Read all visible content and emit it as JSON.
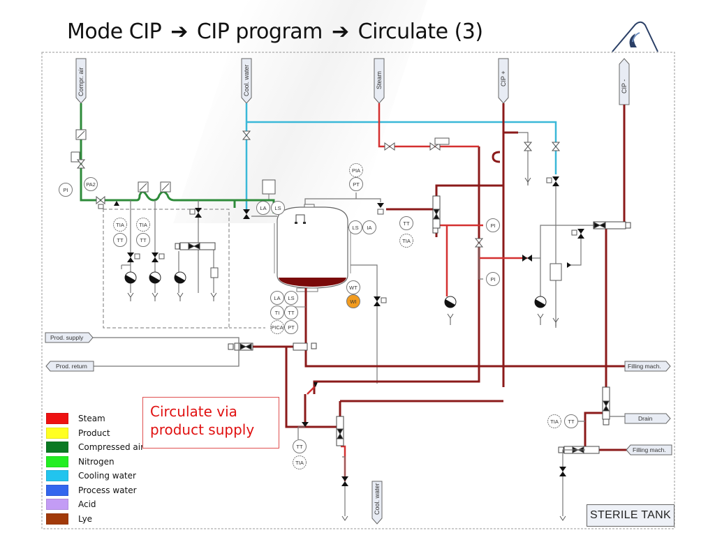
{
  "title": {
    "part1": "Mode CIP",
    "part2": "CIP program",
    "part3": "Circulate (3)",
    "arrow": "➔"
  },
  "colors": {
    "steam": "#d42222",
    "product": "#ffff33",
    "compressed_air": "#2e7d32",
    "nitrogen": "#33dd33",
    "cooling_water": "#33bbee",
    "process_water": "#3366ee",
    "acid": "#c499f5",
    "lye": "#993311",
    "cip_flow": "#8b1a1a",
    "pipe_default": "#777777",
    "weight_indicator": "#f29b1e",
    "callout_text": "#e01010"
  },
  "legend": [
    {
      "label": "Steam",
      "color": "#ee1111"
    },
    {
      "label": "Product",
      "color": "#ffff22"
    },
    {
      "label": "Compressed air",
      "color": "#0a7a23"
    },
    {
      "label": "Nitrogen",
      "color": "#22ee22"
    },
    {
      "label": "Cooling water",
      "color": "#22c4ee"
    },
    {
      "label": "Process water",
      "color": "#3366ee"
    },
    {
      "label": "Acid",
      "color": "#c39cf5"
    },
    {
      "label": "Lye",
      "color": "#a23a0a"
    }
  ],
  "callout": {
    "line1": "Circulate via",
    "line2": "product supply"
  },
  "connections": {
    "compr_air": "Compr. air",
    "cool_water_top": "Cool. water",
    "steam": "Steam",
    "cip_plus": "CIP +",
    "cip_minus": "CIP -",
    "prod_supply": "Prod. supply",
    "prod_return": "Prod. return",
    "filling_mach_1": "Filling mach.",
    "drain": "Drain",
    "filling_mach_2": "Filling mach.",
    "cool_water_bottom": "Cool. water"
  },
  "instruments": {
    "pi_left": "PI",
    "pa2": "PA2",
    "tia_1": "TIA",
    "tt_1": "TT",
    "tia_2": "TIA",
    "tt_2": "TT",
    "la_top": "LA",
    "ls_top": "LS",
    "pia": "PIA",
    "pt_top": "PT",
    "ls_side": "LS",
    "ia_side": "IA",
    "tt_right": "TT",
    "tia_right": "TIA",
    "pi_right_1": "PI",
    "pi_right_2": "PI",
    "la_bottom": "LA",
    "ls_bottom": "LS",
    "ti_bottom": "TI",
    "tt_bottom": "TT",
    "pica": "PICA",
    "pt_bottom": "PT",
    "wt": "WT",
    "wi": "WI",
    "tt_low": "TT",
    "tia_low": "TIA",
    "tia_drain": "TIA",
    "tt_drain": "TT"
  },
  "footer_label": "STERILE TANK"
}
